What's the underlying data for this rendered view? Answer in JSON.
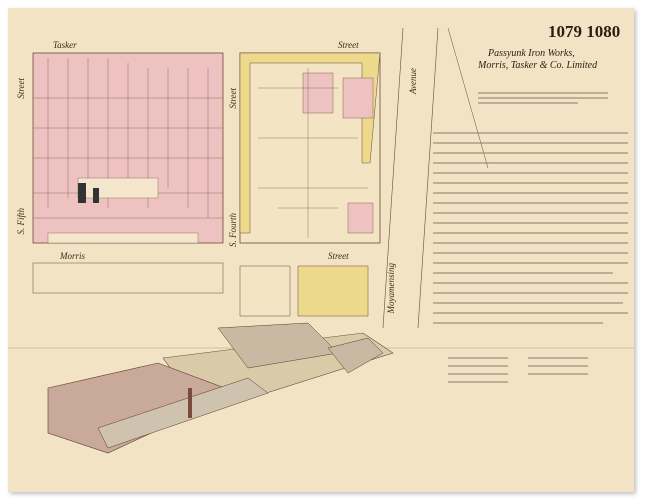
{
  "sheet_numbers": "1079 1080",
  "title": {
    "line1": "Passyunk Iron Works,",
    "line2": "Morris, Tasker & Co. Limited"
  },
  "streets": {
    "top_left": "Tasker",
    "top_right": "Street",
    "bottom_left": "Morris",
    "bottom_right": "Street",
    "left_vertical": "S. Fifth",
    "middle_vertical": "S. Fourth",
    "right_vertical": "Moyamensing",
    "right_vertical_top": "Avenue",
    "left_top_vertical": "Street",
    "middle_top_vertical": "Street"
  },
  "colors": {
    "paper": "#f2e3c4",
    "brick": "#eec2c0",
    "frame": "#ecd98c",
    "ink": "#3a2a1a"
  }
}
